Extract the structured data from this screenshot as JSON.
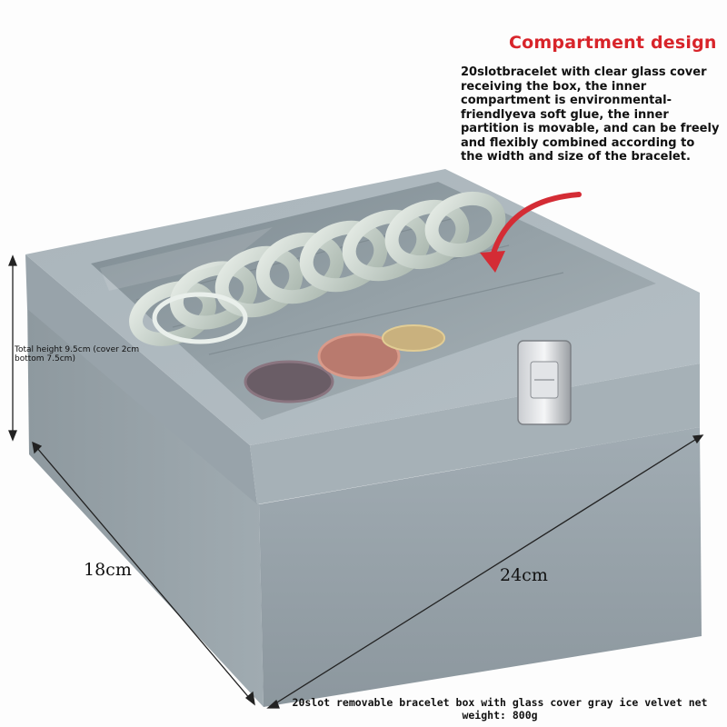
{
  "heading": "Compartment design",
  "description": "20slotbracelet with clear glass cover receiving the box, the inner compartment is environmental-friendlyeva soft glue, the inner partition is movable, and can be freely and flexibly combined according to the width and size of the bracelet.",
  "dimensions": {
    "height": "Total height 9.5cm (cover 2cm bottom 7.5cm)",
    "depth": "18cm",
    "width": "24cm"
  },
  "caption": "20slot removable bracelet box with glass cover gray ice velvet net weight: 800g",
  "colors": {
    "heading": "#d8242a",
    "velvet": "#9aa6ad",
    "arrow": "#d42c35"
  }
}
